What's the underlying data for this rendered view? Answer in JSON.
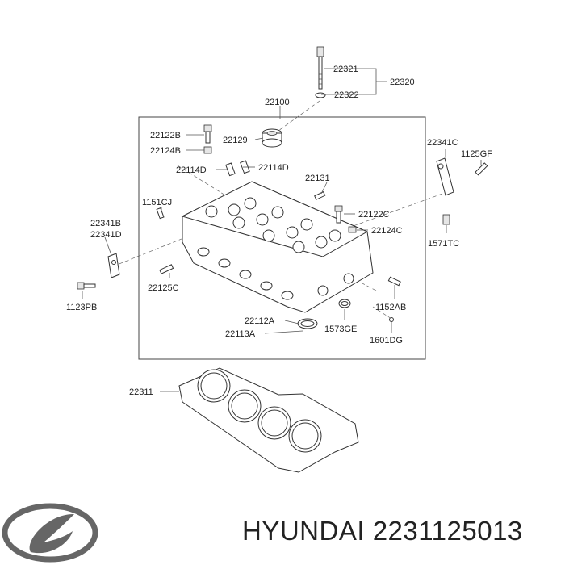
{
  "diagram": {
    "callouts": {
      "c22321": "22321",
      "c22320": "22320",
      "c22322": "22322",
      "c22100": "22100",
      "c22122B": "22122B",
      "c22124B": "22124B",
      "c22129": "22129",
      "c22114D_left": "22114D",
      "c22114D_right": "22114D",
      "c22131": "22131",
      "c1151CJ": "1151CJ",
      "c22122C": "22122C",
      "c22124C": "22124C",
      "c22341B": "22341B",
      "c22341D": "22341D",
      "c22125C": "22125C",
      "c1123PB": "1123PB",
      "c22341C": "22341C",
      "c1125GF": "1125GF",
      "c1571TC": "1571TC",
      "c1152AB": "1152AB",
      "c22112A": "22112A",
      "c22113A": "22113A",
      "c1573GE": "1573GE",
      "c1601DG": "1601DG",
      "c22311": "22311"
    }
  },
  "brand": {
    "logo": "hyundai-logo",
    "name": "HYUNDAI",
    "part_number": "2231125013"
  }
}
